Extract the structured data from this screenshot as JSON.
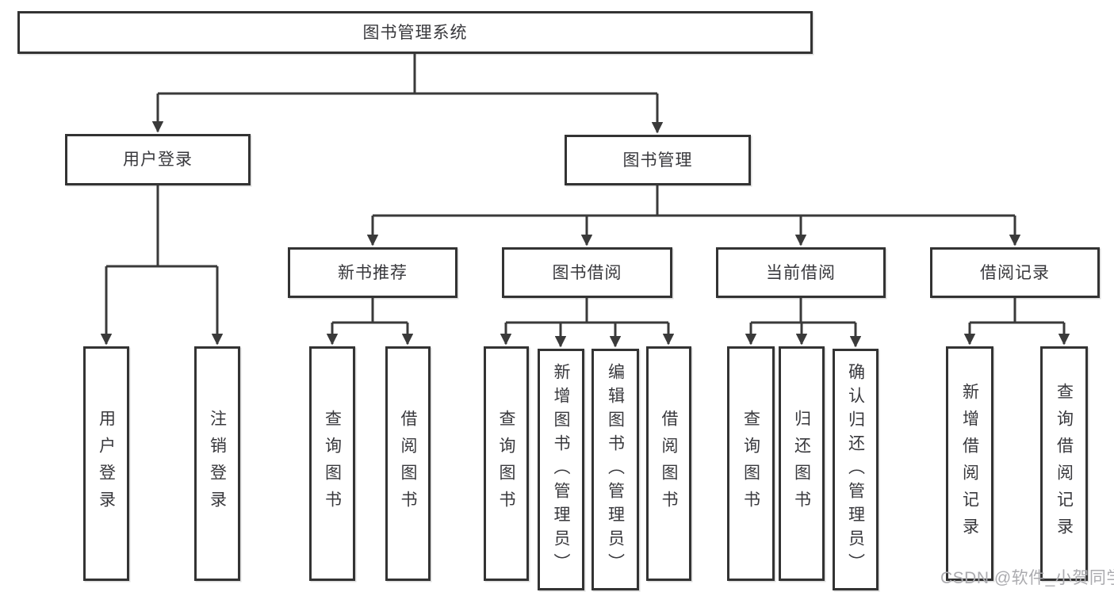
{
  "tree": {
    "label": "图书管理系统",
    "children": [
      {
        "label": "用户登录",
        "children": [
          {
            "label": "用户登录"
          },
          {
            "label": "注销登录"
          }
        ]
      },
      {
        "label": "图书管理",
        "children": [
          {
            "label": "新书推荐",
            "children": [
              {
                "label": "查询图书"
              },
              {
                "label": "借阅图书"
              }
            ]
          },
          {
            "label": "图书借阅",
            "children": [
              {
                "label": "查询图书"
              },
              {
                "label": "新增图书（管理员）"
              },
              {
                "label": "编辑图书（管理员）"
              },
              {
                "label": "借阅图书"
              }
            ]
          },
          {
            "label": "当前借阅",
            "children": [
              {
                "label": "查询图书"
              },
              {
                "label": "归还图书"
              },
              {
                "label": "确认归还（管理员）"
              }
            ]
          },
          {
            "label": "借阅记录",
            "children": [
              {
                "label": "新增借阅记录"
              },
              {
                "label": "查询借阅记录"
              }
            ]
          }
        ]
      }
    ]
  },
  "watermark": {
    "text": "CSDN @软件_小贺同学"
  },
  "colors": {
    "line": "#3a3a3a",
    "border": "#333333",
    "text": "#38383c",
    "background": "#ffffff",
    "watermark": "#ababaf"
  }
}
